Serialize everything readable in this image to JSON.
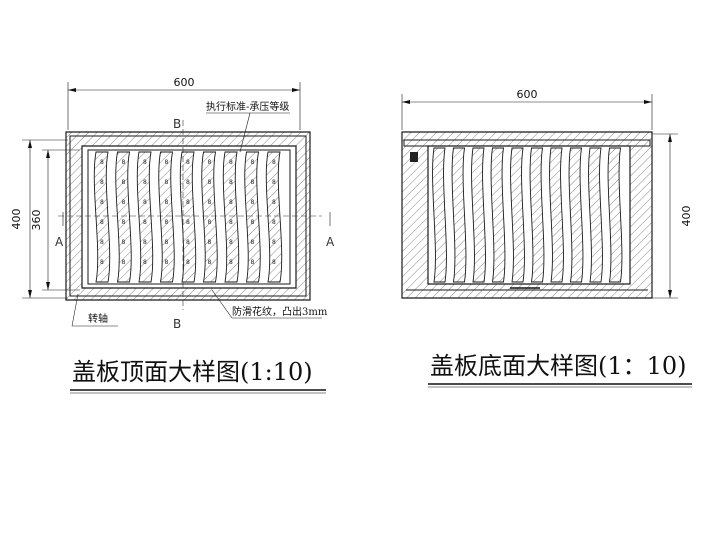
{
  "top_view": {
    "dim_width": "600",
    "dim_height_outer": "400",
    "dim_height_inner": "360",
    "note_standard": "执行标准-承压等级",
    "note_pattern": "防滑花纹，凸出3mm",
    "note_hinge": "转轴",
    "section_a": "A",
    "section_b": "B",
    "title": "盖板顶面大样图(1:10)"
  },
  "bottom_view": {
    "dim_width": "600",
    "dim_height": "400",
    "title": "盖板底面大样图(1：10)"
  },
  "marks": {
    "bump_glyph": "8"
  }
}
